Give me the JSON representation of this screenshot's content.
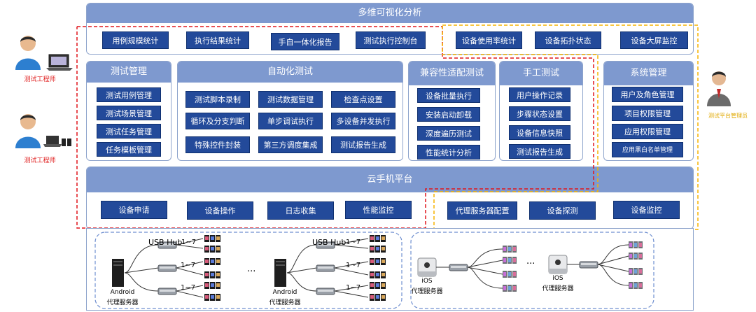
{
  "top_panel": {
    "header": "多维可视化分析",
    "items": [
      "用例规模统计",
      "执行结果统计",
      "手自一体化报告",
      "测试执行控制台",
      "设备使用率统计",
      "设备拓扑状态",
      "设备大屏监控"
    ]
  },
  "modules": [
    {
      "title": "测试管理",
      "items": [
        "测试用例管理",
        "测试场景管理",
        "测试任务管理",
        "任务模板管理"
      ]
    },
    {
      "title": "自动化测试",
      "items": [
        "测试脚本录制",
        "测试数据管理",
        "检查点设置",
        "循环及分支判断",
        "单步调试执行",
        "多设备并发执行",
        "特殊控件封装",
        "第三方调度集成",
        "测试报告生成"
      ]
    },
    {
      "title": "兼容性适配测试",
      "items": [
        "设备批量执行",
        "安装启动卸载",
        "深度遍历测试",
        "性能统计分析"
      ]
    },
    {
      "title": "手工测试",
      "items": [
        "用户操作记录",
        "步骤状态设置",
        "设备信息快照",
        "测试报告生成"
      ]
    },
    {
      "title": "系统管理",
      "items": [
        "用户及角色管理",
        "项目权限管理",
        "应用权限管理",
        "应用黑白名单管理"
      ]
    }
  ],
  "cloud": {
    "header": "云手机平台",
    "items": [
      "设备申请",
      "设备操作",
      "日志收集",
      "性能监控",
      "代理服务器配置",
      "设备探测",
      "设备监控"
    ]
  },
  "roles": {
    "engineer": "测试工程师",
    "admin": "测试平台管理员"
  },
  "infra": {
    "usb_hub": "USB Hub",
    "range": "1~7",
    "ellipsis": "···",
    "android_name": "Android",
    "ios_name": "iOS",
    "proxy_server": "代理服务器"
  },
  "colors": {
    "header": "#7e99cf",
    "box": "#234a9a",
    "red_dash": "#e0151b",
    "yellow_dash": "#f5b400",
    "blue_dash": "#6f8fd0"
  }
}
